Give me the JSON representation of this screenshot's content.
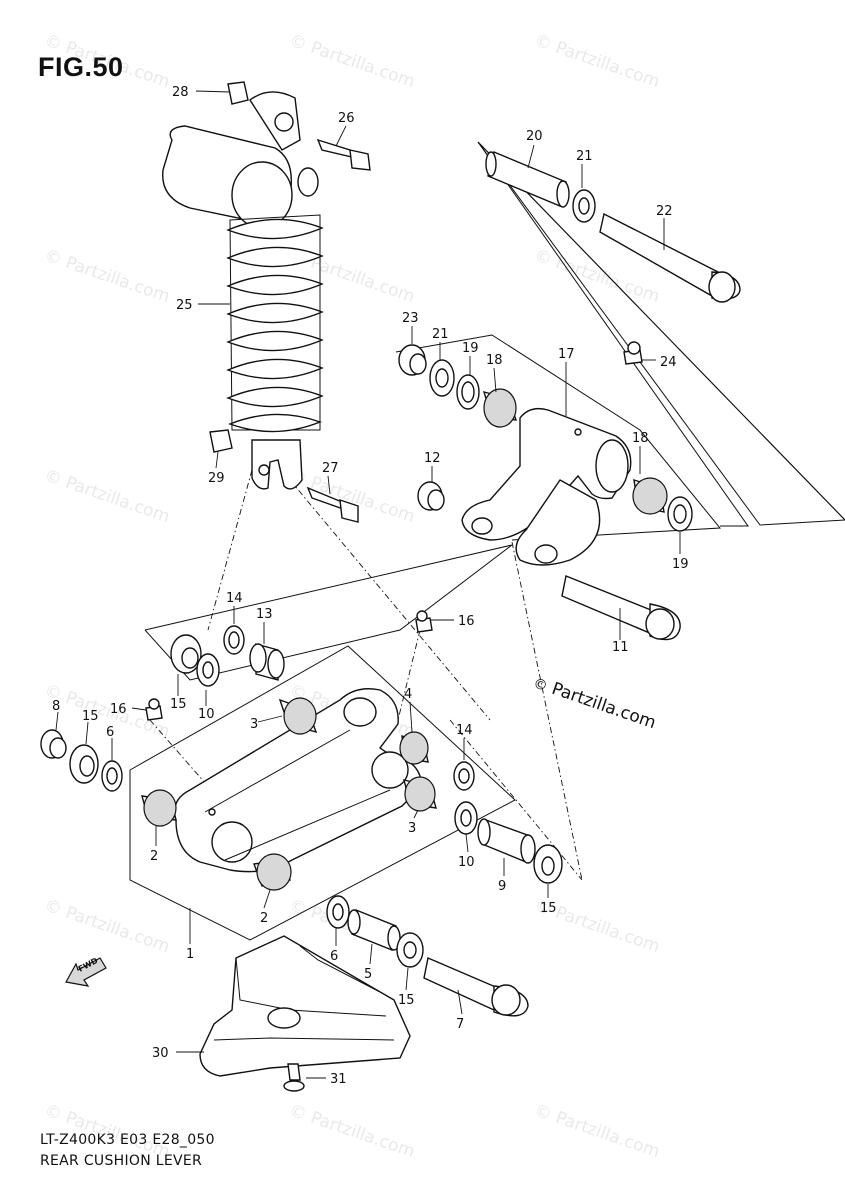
{
  "figure": {
    "title": "FIG.50",
    "code": "LT-Z400K3 E03 E28_050",
    "name": "REAR CUSHION LEVER",
    "brand_label": "Partzilla.com",
    "watermark_text": "© Partzilla.com"
  },
  "callouts": [
    {
      "id": "c28",
      "text": "28"
    },
    {
      "id": "c26",
      "text": "26"
    },
    {
      "id": "c25",
      "text": "25"
    },
    {
      "id": "c29",
      "text": "29"
    },
    {
      "id": "c27",
      "text": "27"
    },
    {
      "id": "c20",
      "text": "20"
    },
    {
      "id": "c21a",
      "text": "21"
    },
    {
      "id": "c22",
      "text": "22"
    },
    {
      "id": "c24",
      "text": "24"
    },
    {
      "id": "c23",
      "text": "23"
    },
    {
      "id": "c21b",
      "text": "21"
    },
    {
      "id": "c19a",
      "text": "19"
    },
    {
      "id": "c18a",
      "text": "18"
    },
    {
      "id": "c17",
      "text": "17"
    },
    {
      "id": "c18b",
      "text": "18"
    },
    {
      "id": "c19b",
      "text": "19"
    },
    {
      "id": "c12",
      "text": "12"
    },
    {
      "id": "c11",
      "text": "11"
    },
    {
      "id": "c14a",
      "text": "14"
    },
    {
      "id": "c13",
      "text": "13"
    },
    {
      "id": "c16a",
      "text": "16"
    },
    {
      "id": "c15a",
      "text": "15"
    },
    {
      "id": "c10a",
      "text": "10"
    },
    {
      "id": "c3a",
      "text": "3"
    },
    {
      "id": "c8",
      "text": "8"
    },
    {
      "id": "c15b",
      "text": "15"
    },
    {
      "id": "c6a",
      "text": "6"
    },
    {
      "id": "c16b",
      "text": "16"
    },
    {
      "id": "c4",
      "text": "4"
    },
    {
      "id": "c14b",
      "text": "14"
    },
    {
      "id": "c3b",
      "text": "3"
    },
    {
      "id": "c2a",
      "text": "2"
    },
    {
      "id": "c10b",
      "text": "10"
    },
    {
      "id": "c9",
      "text": "9"
    },
    {
      "id": "c15c",
      "text": "15"
    },
    {
      "id": "c2b",
      "text": "2"
    },
    {
      "id": "c1",
      "text": "1"
    },
    {
      "id": "c6b",
      "text": "6"
    },
    {
      "id": "c5",
      "text": "5"
    },
    {
      "id": "c15d",
      "text": "15"
    },
    {
      "id": "c7",
      "text": "7"
    },
    {
      "id": "c30",
      "text": "30"
    },
    {
      "id": "c31",
      "text": "31"
    },
    {
      "id": "fwd",
      "text": "FWD"
    }
  ]
}
